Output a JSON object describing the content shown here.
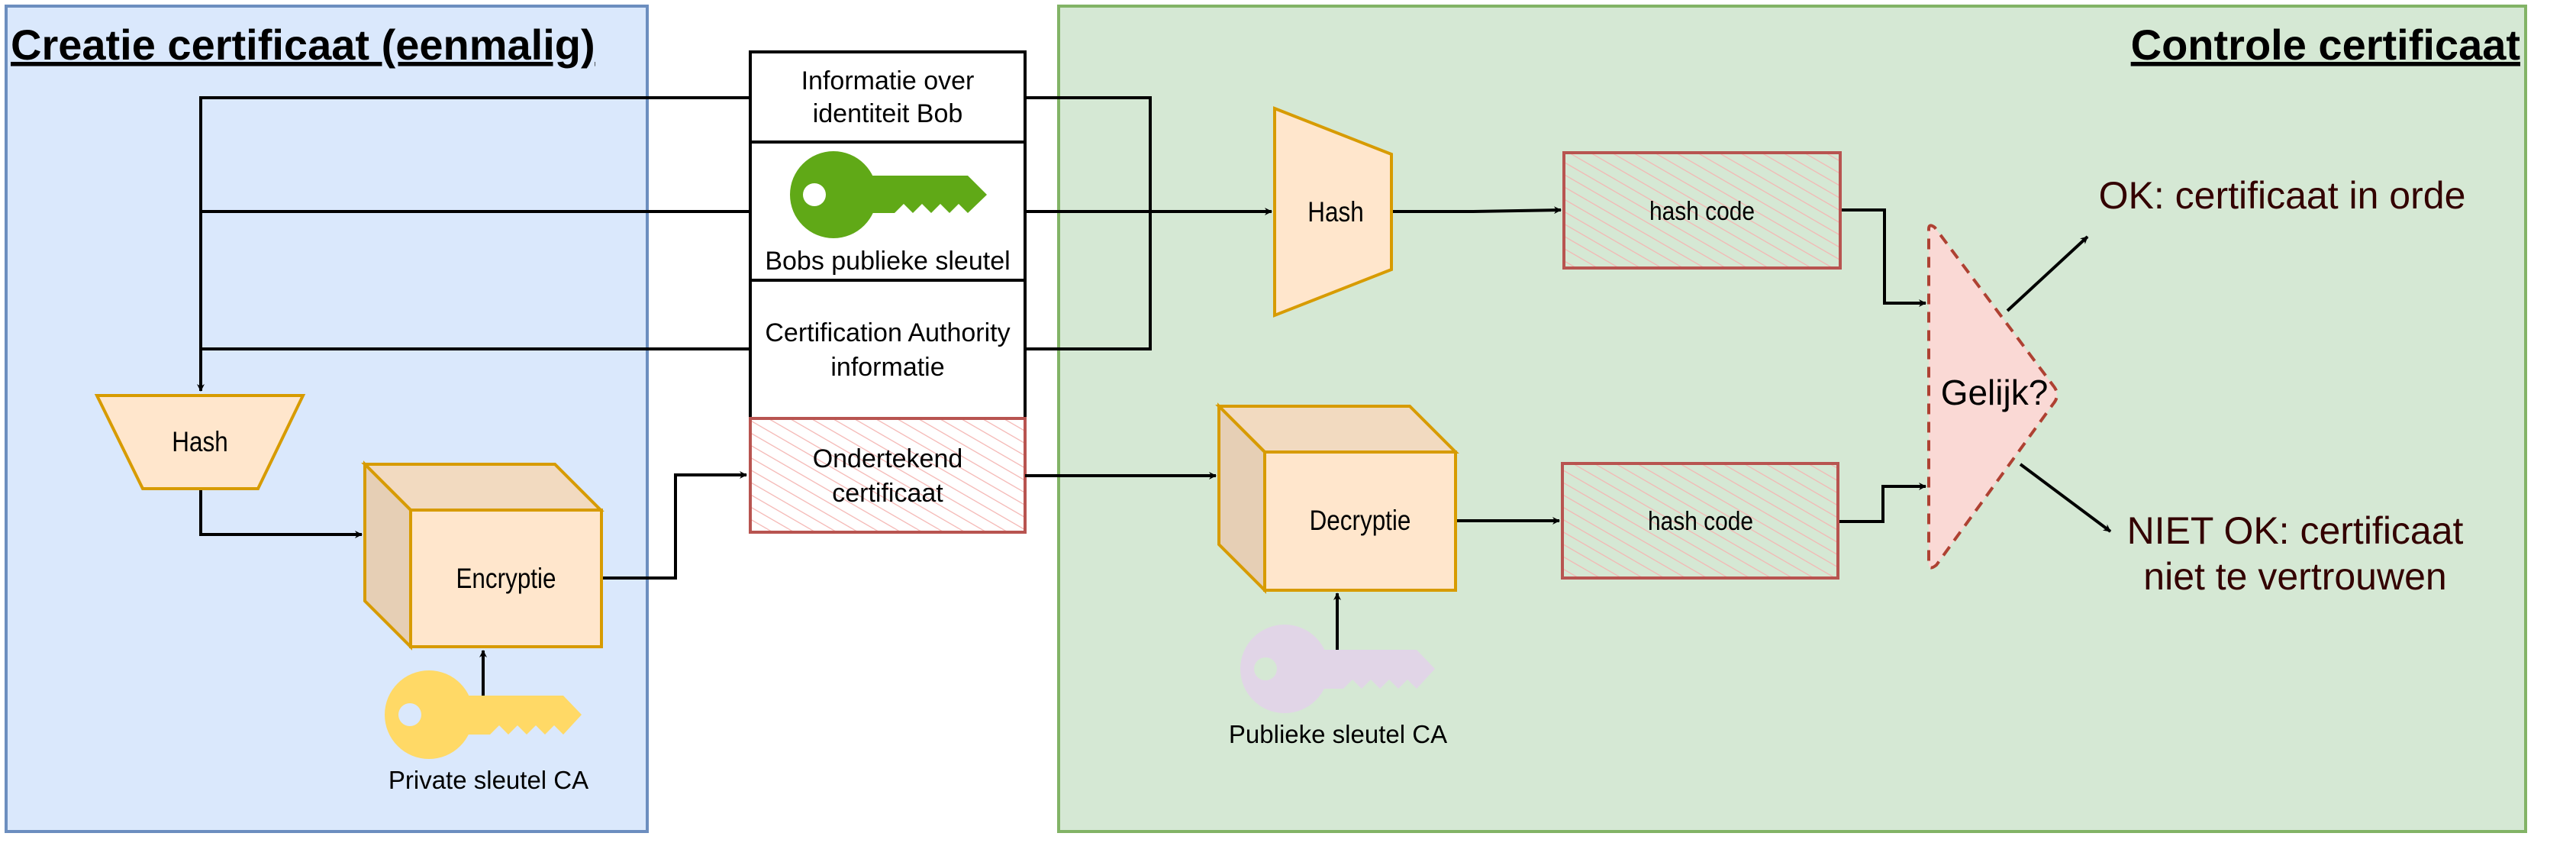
{
  "colors": {
    "creation_panel_fill": "#dae8fc",
    "creation_panel_stroke": "#6c8ebf",
    "control_panel_fill": "#d5e8d4",
    "control_panel_stroke": "#82b366",
    "process_fill": "#ffe6cc",
    "process_stroke": "#d79b00",
    "hash_code_stroke": "#b85450",
    "hatch": "#f8cecc",
    "compare_fill": "#fad9d5",
    "compare_stroke": "#ae4132",
    "bob_key": "#60a917",
    "private_key": "#ffd966",
    "public_ca_key": "#e1d5e7",
    "result_text": "#330000"
  },
  "creation_panel": {
    "title": "Creatie certificaat (eenmalig)",
    "hash_label": "Hash",
    "encrypt_label": "Encryptie",
    "private_key_label": "Private sleutel CA"
  },
  "certificate": {
    "rows": [
      {
        "line1": "Informatie over",
        "line2": "identiteit Bob"
      },
      {
        "line1": "Bobs publieke sleutel"
      },
      {
        "line1": "Certification Authority",
        "line2": "informatie"
      }
    ],
    "signed": {
      "line1": "Ondertekend",
      "line2": "certificaat"
    }
  },
  "control_panel": {
    "title": "Controle certificaat",
    "hash_label": "Hash",
    "hash_code_top": "hash code",
    "decrypt_label": "Decryptie",
    "hash_code_bottom": "hash code",
    "public_key_label": "Publieke sleutel CA",
    "compare_label": "Gelijk?",
    "ok_result": "OK: certificaat in orde",
    "not_ok_line1": "NIET OK: certificaat",
    "not_ok_line2": "niet te vertrouwen"
  }
}
